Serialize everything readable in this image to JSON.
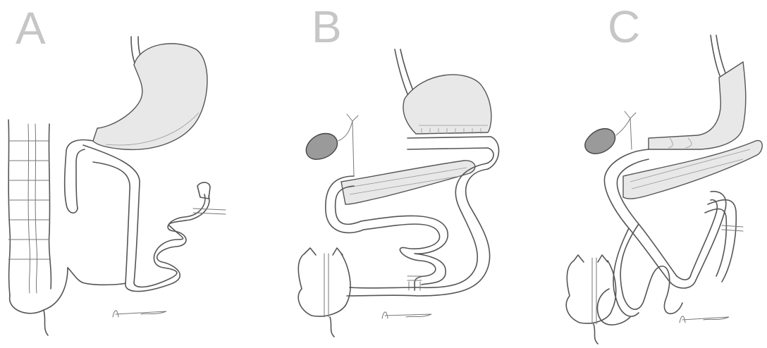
{
  "panels": [
    {
      "letter": "A"
    },
    {
      "letter": "B"
    },
    {
      "letter": "C"
    }
  ]
}
